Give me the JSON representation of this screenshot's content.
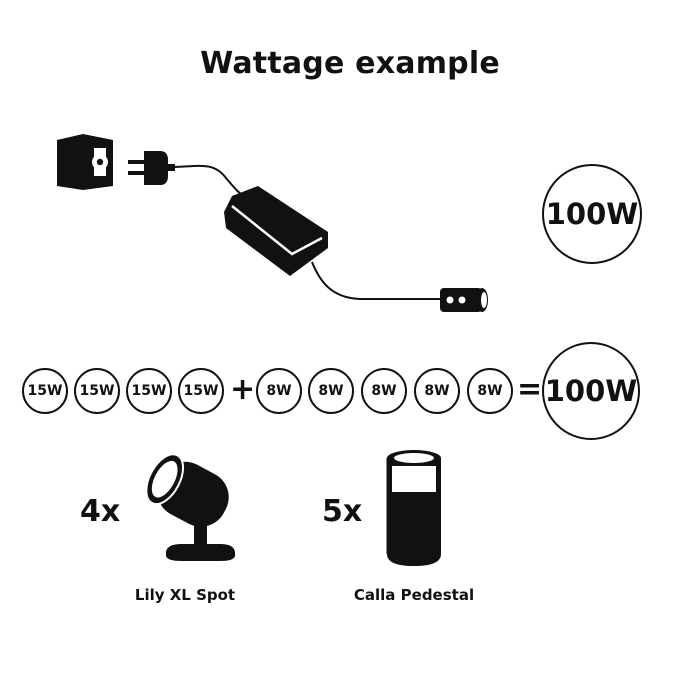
{
  "title": "Wattage example",
  "total_top": "100W",
  "equation": {
    "spot_circles": [
      "15W",
      "15W",
      "15W",
      "15W"
    ],
    "plus": "+",
    "pedestal_circles": [
      "8W",
      "8W",
      "8W",
      "8W",
      "8W"
    ],
    "equals": "=",
    "total": "100W"
  },
  "products": [
    {
      "count": "4x",
      "name": "Lily XL Spot"
    },
    {
      "count": "5x",
      "name": "Calla Pedestal"
    }
  ],
  "icons": [
    "wall-socket-icon",
    "plug-icon",
    "power-supply-icon",
    "connector-icon",
    "spotlight-icon",
    "pedestal-light-icon"
  ]
}
